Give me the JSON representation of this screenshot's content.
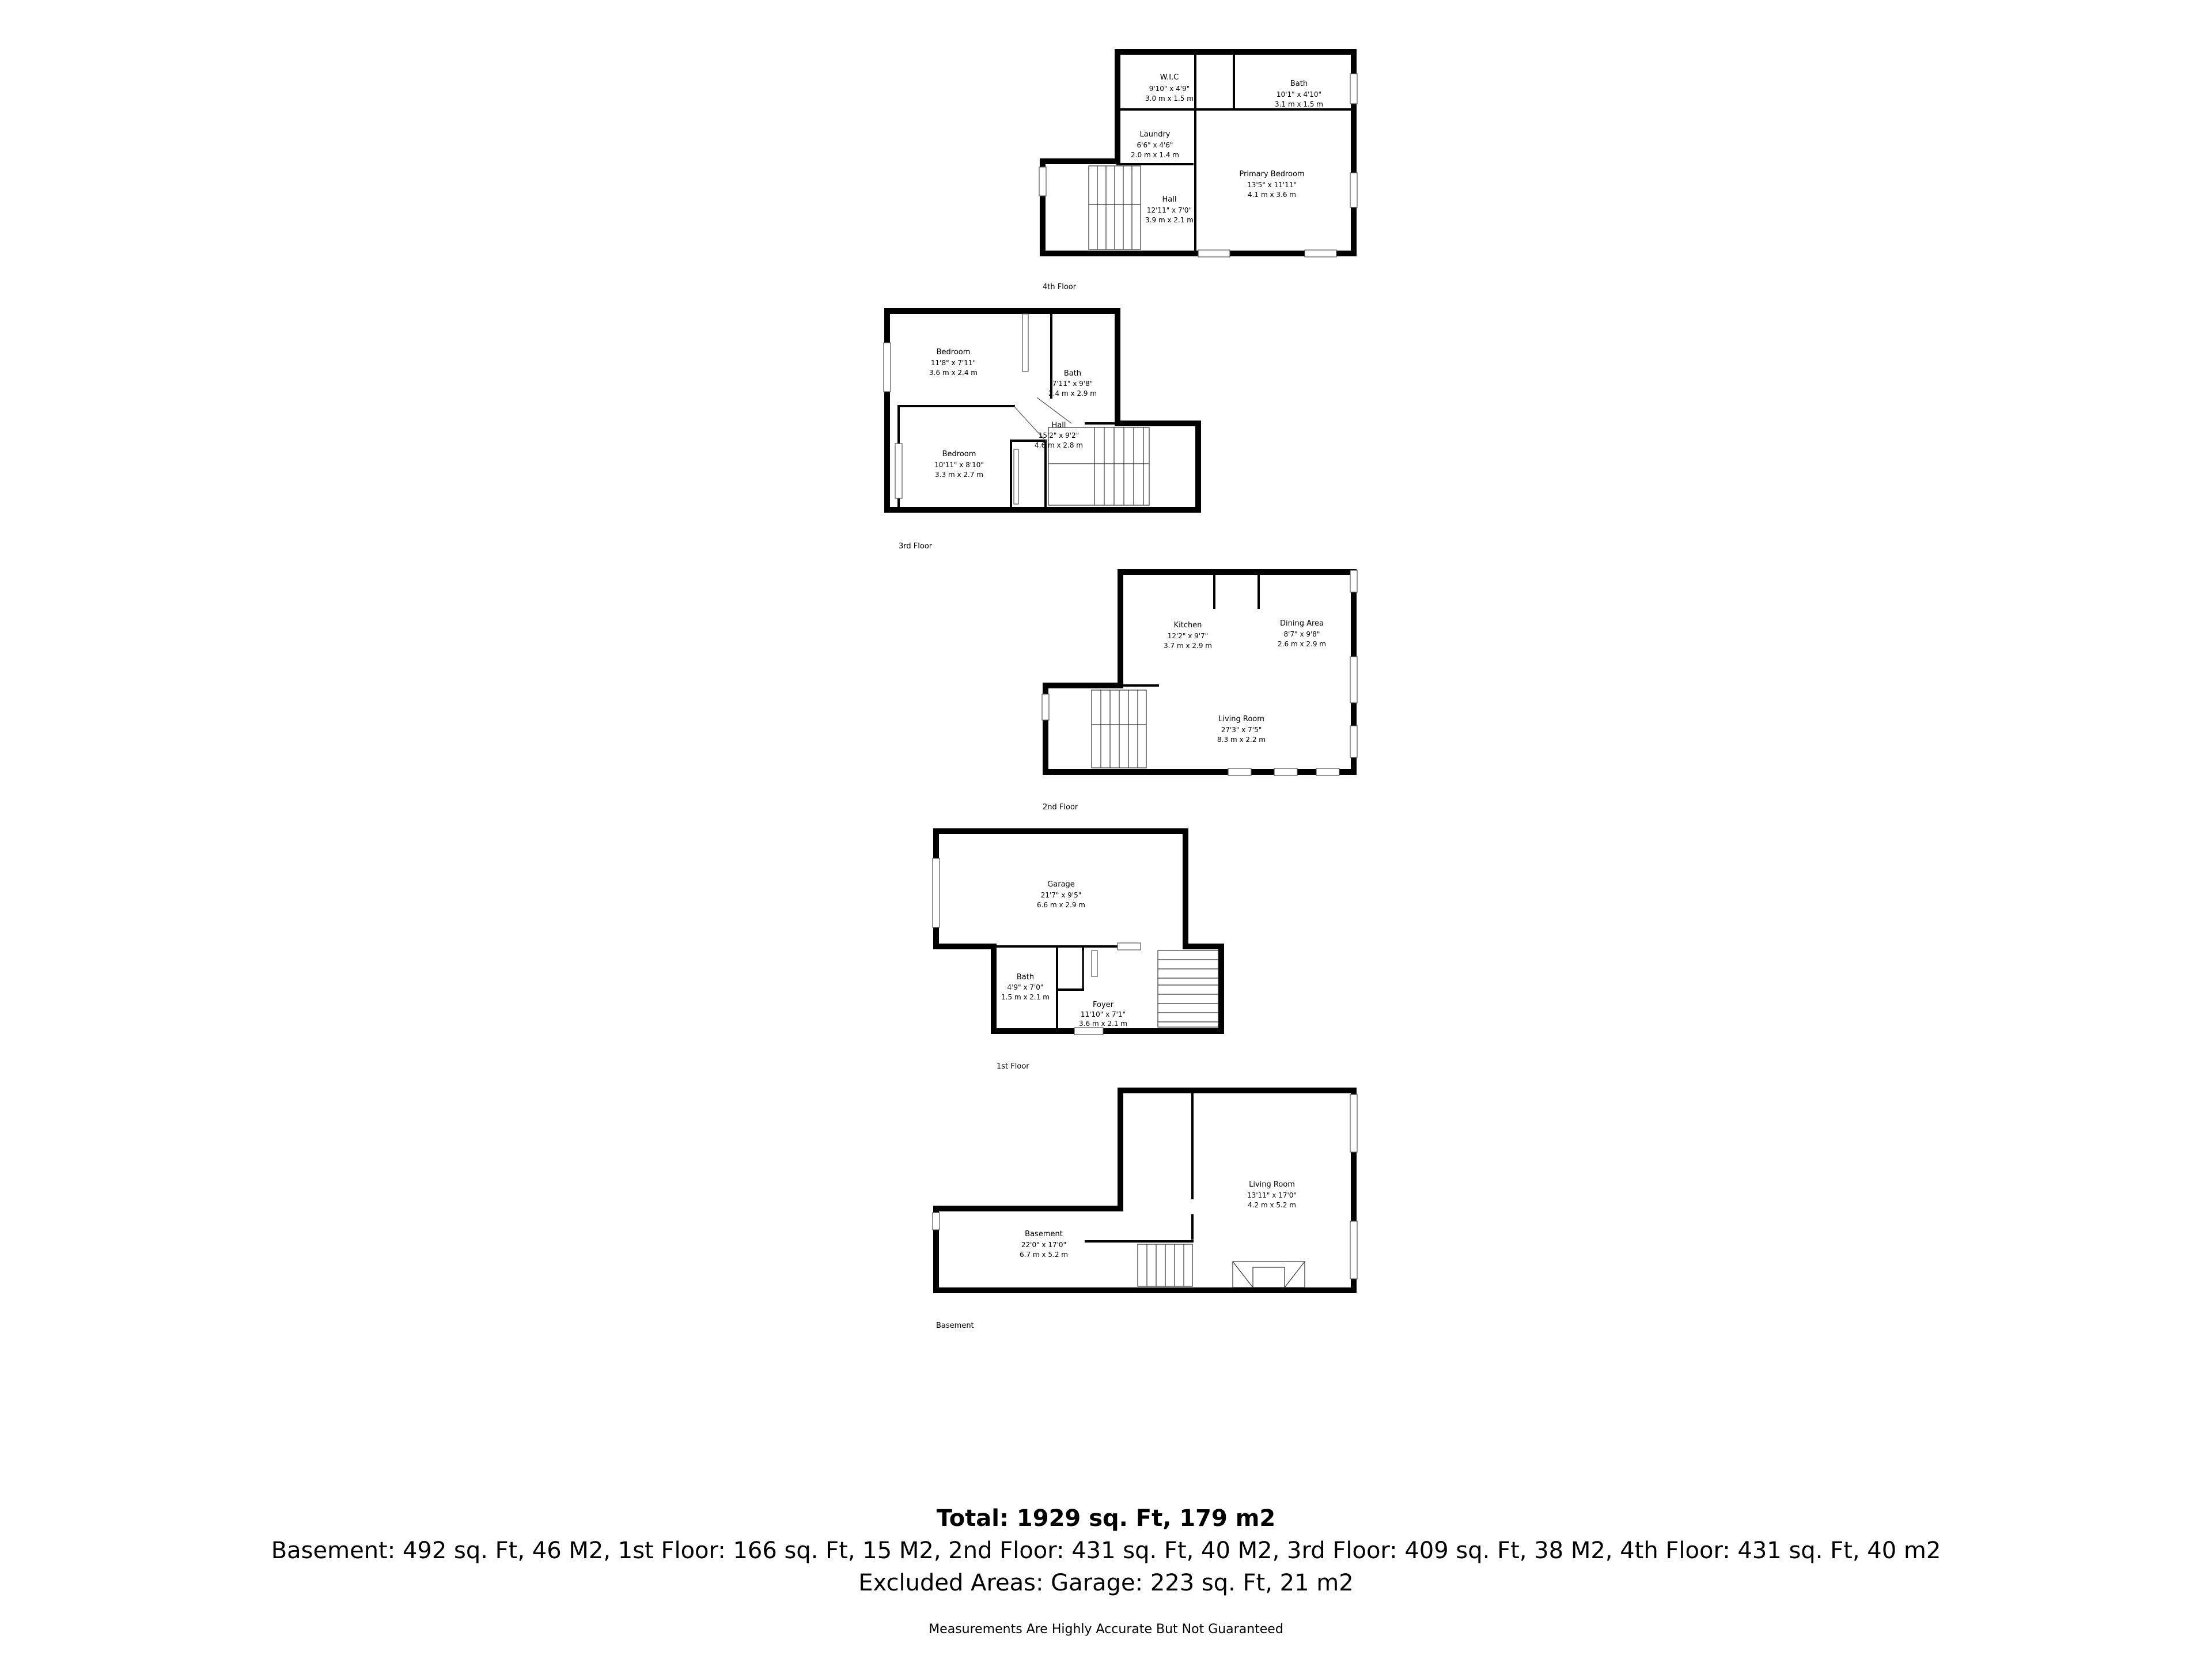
{
  "floors": [
    {
      "label": "4th Floor",
      "rooms": [
        {
          "name": "W.I.C",
          "dim_ft": "9'10\" x 4'9\"",
          "dim_m": "3.0 m x 1.5 m"
        },
        {
          "name": "Bath",
          "dim_ft": "10'1\" x 4'10\"",
          "dim_m": "3.1 m x 1.5 m"
        },
        {
          "name": "Laundry",
          "dim_ft": "6'6\" x 4'6\"",
          "dim_m": "2.0 m x 1.4 m"
        },
        {
          "name": "Primary Bedroom",
          "dim_ft": "13'5\" x 11'11\"",
          "dim_m": "4.1 m x 3.6 m"
        },
        {
          "name": "Hall",
          "dim_ft": "12'11\" x 7'0\"",
          "dim_m": "3.9 m x 2.1 m"
        }
      ]
    },
    {
      "label": "3rd Floor",
      "rooms": [
        {
          "name": "Bedroom",
          "dim_ft": "11'8\" x 7'11\"",
          "dim_m": "3.6 m x 2.4 m"
        },
        {
          "name": "Bath",
          "dim_ft": "7'11\" x 9'8\"",
          "dim_m": "2.4 m x 2.9 m"
        },
        {
          "name": "Hall",
          "dim_ft": "15'2\" x 9'2\"",
          "dim_m": "4.6 m x 2.8 m"
        },
        {
          "name": "Bedroom",
          "dim_ft": "10'11\" x 8'10\"",
          "dim_m": "3.3 m x 2.7 m"
        }
      ]
    },
    {
      "label": "2nd Floor",
      "rooms": [
        {
          "name": "Kitchen",
          "dim_ft": "12'2\" x 9'7\"",
          "dim_m": "3.7 m x 2.9 m"
        },
        {
          "name": "Dining Area",
          "dim_ft": "8'7\" x 9'8\"",
          "dim_m": "2.6 m x 2.9 m"
        },
        {
          "name": "Living Room",
          "dim_ft": "27'3\" x 7'5\"",
          "dim_m": "8.3 m x 2.2 m"
        }
      ]
    },
    {
      "label": "1st Floor",
      "rooms": [
        {
          "name": "Garage",
          "dim_ft": "21'7\" x 9'5\"",
          "dim_m": "6.6 m x 2.9 m"
        },
        {
          "name": "Bath",
          "dim_ft": "4'9\" x 7'0\"",
          "dim_m": "1.5 m x 2.1 m"
        },
        {
          "name": "Foyer",
          "dim_ft": "11'10\" x 7'1\"",
          "dim_m": "3.6 m x 2.1 m"
        }
      ]
    },
    {
      "label": "Basement",
      "rooms": [
        {
          "name": "Living Room",
          "dim_ft": "13'11\" x 17'0\"",
          "dim_m": "4.2 m x 5.2 m"
        },
        {
          "name": "Basement",
          "dim_ft": "22'0\" x 17'0\"",
          "dim_m": "6.7 m x 5.2 m"
        }
      ]
    }
  ],
  "summary": {
    "total": "Total: 1929 sq. Ft, 179 m2",
    "breakdown": "Basement: 492 sq. Ft, 46 M2, 1st Floor: 166 sq. Ft, 15 M2, 2nd Floor: 431 sq. Ft, 40 M2, 3rd Floor: 409 sq. Ft, 38 M2, 4th Floor: 431 sq. Ft, 40 m2",
    "excluded": "Excluded Areas: Garage: 223 sq. Ft, 21 m2",
    "disclaimer": "Measurements Are Highly Accurate But Not Guaranteed"
  }
}
